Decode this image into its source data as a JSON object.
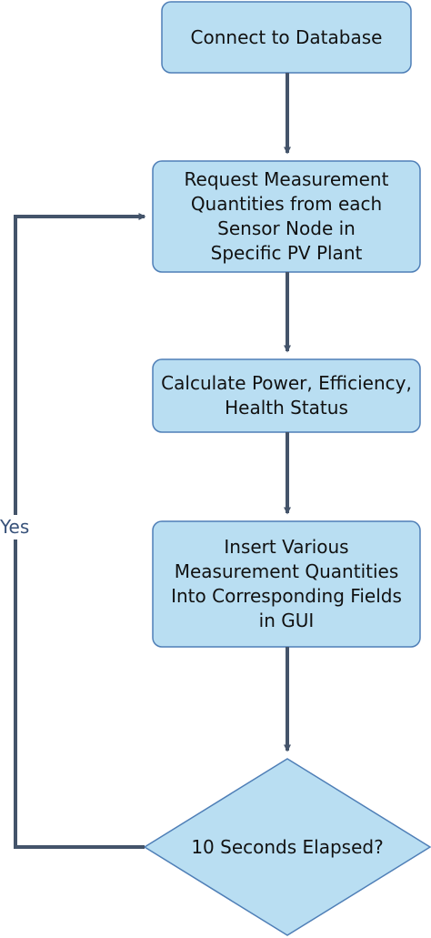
{
  "nodes": [
    {
      "id": "connect",
      "shape": "rounded-rect",
      "label": "Connect to Database"
    },
    {
      "id": "request",
      "shape": "rounded-rect",
      "label": "Request Measurement\nQuantities from each\nSensor Node in\nSpecific PV Plant"
    },
    {
      "id": "calculate",
      "shape": "rounded-rect",
      "label": "Calculate Power, Efficiency,\nHealth Status"
    },
    {
      "id": "insert",
      "shape": "rounded-rect",
      "label": "Insert Various\nMeasurement Quantities\nInto Corresponding Fields\nin GUI"
    },
    {
      "id": "decision",
      "shape": "diamond",
      "label": "10 Seconds Elapsed?"
    }
  ],
  "edges": [
    {
      "from": "connect",
      "to": "request",
      "label": ""
    },
    {
      "from": "request",
      "to": "calculate",
      "label": ""
    },
    {
      "from": "calculate",
      "to": "insert",
      "label": ""
    },
    {
      "from": "insert",
      "to": "decision",
      "label": ""
    },
    {
      "from": "decision",
      "to": "request",
      "label": "Yes"
    }
  ],
  "colors": {
    "node_fill": "#b9def2",
    "node_stroke": "#4f7fb7",
    "arrow": "#44546a",
    "label_text": "#38527a"
  }
}
